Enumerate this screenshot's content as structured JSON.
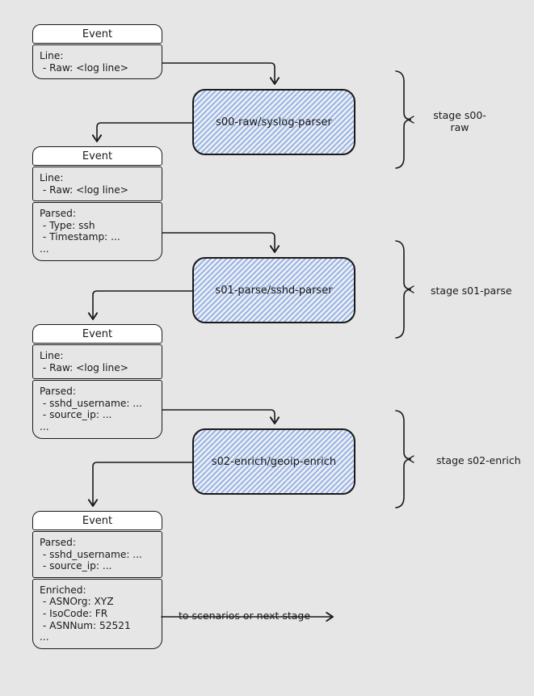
{
  "diagram": {
    "events": [
      {
        "title": "Event",
        "sections": [
          {
            "lines": [
              "Line:",
              " - Raw: <log line>"
            ]
          }
        ]
      },
      {
        "title": "Event",
        "sections": [
          {
            "lines": [
              "Line:",
              " - Raw: <log line>"
            ]
          },
          {
            "lines": [
              "Parsed:",
              " - Type: ssh",
              " - Timestamp: ...",
              "..."
            ]
          }
        ]
      },
      {
        "title": "Event",
        "sections": [
          {
            "lines": [
              "Line:",
              " - Raw: <log line>"
            ]
          },
          {
            "lines": [
              "Parsed:",
              " - sshd_username: ...",
              " - source_ip: ...",
              "..."
            ]
          }
        ]
      },
      {
        "title": "Event",
        "sections": [
          {
            "lines": [
              "Parsed:",
              " - sshd_username: ...",
              " - source_ip: ..."
            ]
          },
          {
            "lines": [
              "Enriched:",
              " - ASNOrg: XYZ",
              " - IsoCode: FR",
              " - ASNNum: 52521",
              "..."
            ]
          }
        ]
      }
    ],
    "parsers": [
      {
        "label": "s00-raw/syslog-parser"
      },
      {
        "label": "s01-parse/sshd-parser"
      },
      {
        "label": "s02-enrich/geoip-enrich"
      }
    ],
    "stages": [
      {
        "label": "stage s00-raw"
      },
      {
        "label": "stage s01-parse"
      },
      {
        "label": "stage s02-enrich"
      }
    ],
    "output_label": "to scenarios or next stage",
    "colors": {
      "canvas": "#e6e6e6",
      "stroke": "#1a1a1a",
      "event_header_fill": "#ffffff",
      "parser_hatch": "#8fafe4"
    }
  }
}
